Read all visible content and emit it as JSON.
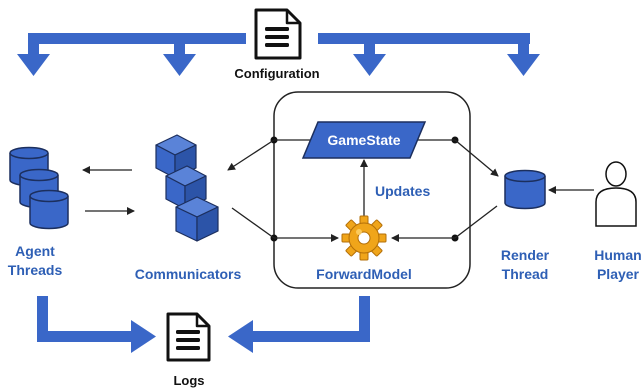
{
  "labels": {
    "configuration": "Configuration",
    "logs": "Logs",
    "agent_line1": "Agent",
    "agent_line2": "Threads",
    "communicators": "Communicators",
    "gamestate": "GameState",
    "updates": "Updates",
    "forward_model": "ForwardModel",
    "render_line1": "Render",
    "render_line2": "Thread",
    "human_line1": "Human",
    "human_line2": "Player"
  },
  "colors": {
    "blue_arrow": "#3a67c8",
    "shape_fill": "#3a67c8",
    "shape_stroke": "#1c2f5e",
    "label_blue": "#2e5fb5",
    "gear": "#f0a51a"
  },
  "icons": {
    "config": "document-icon",
    "logs": "document-icon",
    "agent": "database-stack-icon",
    "communicators": "cube-stack-icon",
    "forward_model": "gear-icon",
    "render": "database-icon",
    "human": "person-icon"
  }
}
